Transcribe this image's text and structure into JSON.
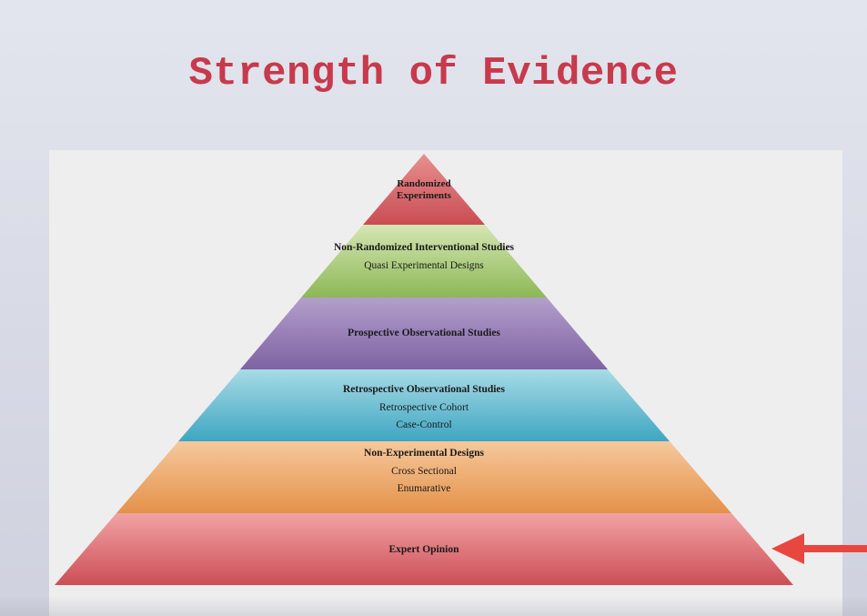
{
  "title": "Strength of Evidence",
  "pyramid": {
    "levels": [
      {
        "heading": "Randomized Experiments",
        "details": [],
        "color": "#cf5a5e"
      },
      {
        "heading": "Non-Randomized Interventional Studies",
        "details": [
          "Quasi Experimental Designs"
        ],
        "color": "#a3c46a"
      },
      {
        "heading": "Prospective Observational Studies",
        "details": [],
        "color": "#9173b0"
      },
      {
        "heading": "Retrospective Observational Studies",
        "details": [
          "Retrospective Cohort",
          "Case-Control"
        ],
        "color": "#4fb3cc"
      },
      {
        "heading": "Non-Experimental Designs",
        "details": [
          "Cross Sectional",
          "Enumarative"
        ],
        "color": "#e9a15a"
      },
      {
        "heading": "Expert Opinion",
        "details": [],
        "color": "#d9616a"
      }
    ]
  },
  "arrow": {
    "color": "#e8473f",
    "points_to": "Expert Opinion"
  }
}
